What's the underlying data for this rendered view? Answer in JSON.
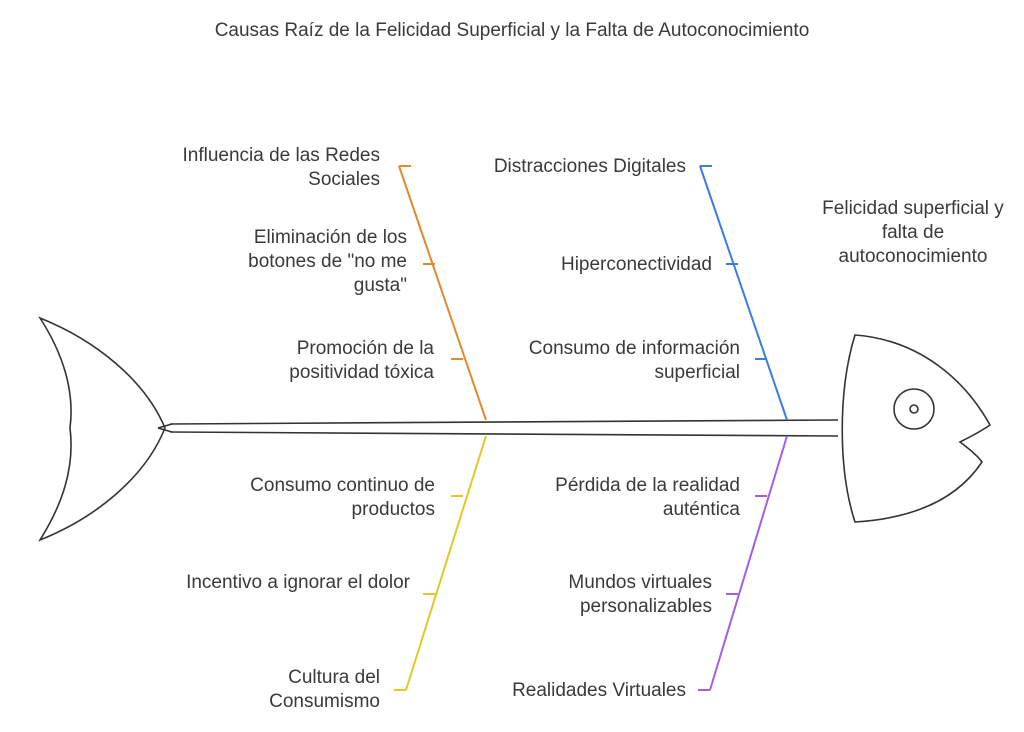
{
  "title": "Causas Raíz de la Felicidad Superficial y la Falta de Autoconocimiento",
  "effect": "Felicidad superficial y falta de autoconocimiento",
  "colors": {
    "spine": "#333333",
    "branch_social": "#e08a2e",
    "branch_digital": "#3b7ddd",
    "branch_consumerism": "#e2c726",
    "branch_virtual": "#a45ee5"
  },
  "branches": {
    "social": {
      "name": "Influencia de las Redes Sociales",
      "causes": [
        "Eliminación de los botones de \"no me gusta\"",
        "Promoción de la positividad tóxica"
      ]
    },
    "digital": {
      "name": "Distracciones Digitales",
      "causes": [
        "Hiperconectividad",
        "Consumo de información superficial"
      ]
    },
    "consumerism": {
      "name": "Cultura del Consumismo",
      "causes": [
        "Consumo continuo de productos",
        "Incentivo a ignorar el dolor"
      ]
    },
    "virtual": {
      "name": "Realidades Virtuales",
      "causes": [
        "Pérdida de la realidad auténtica",
        "Mundos virtuales personalizables"
      ]
    }
  }
}
